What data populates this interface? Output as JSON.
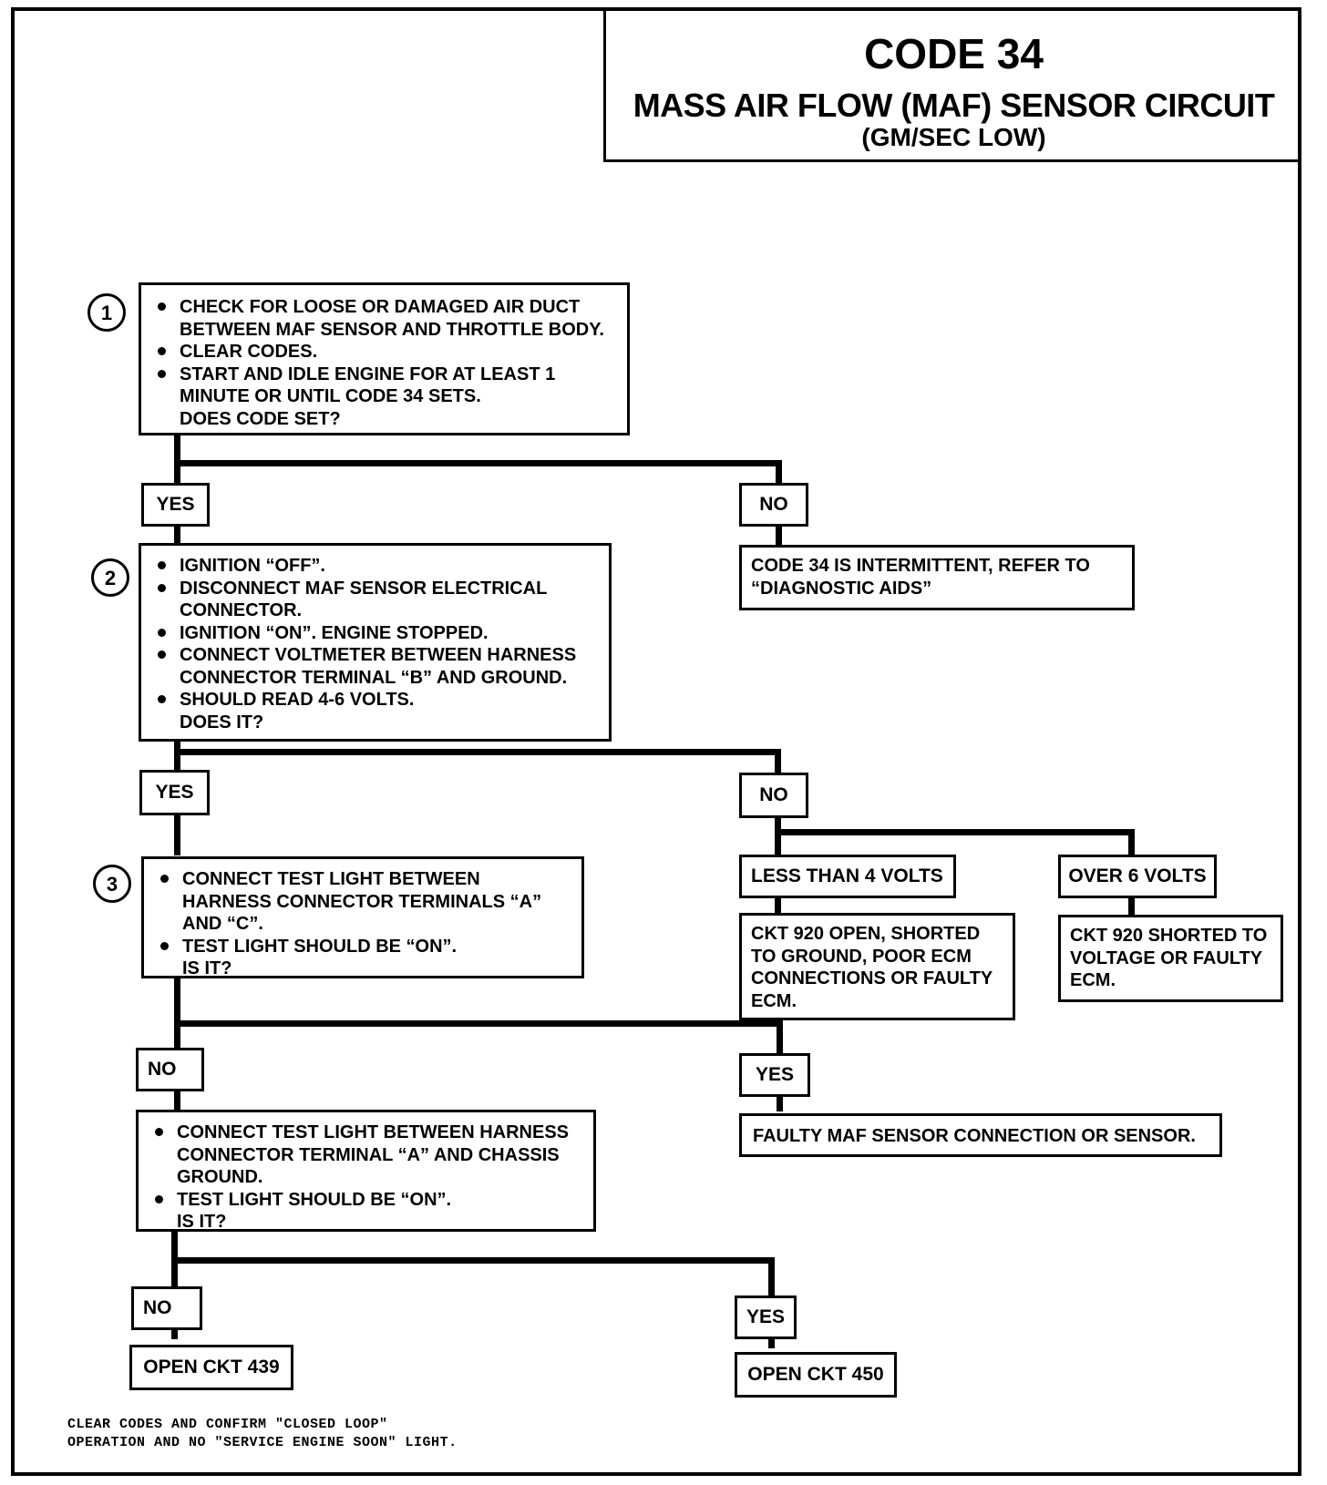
{
  "title": {
    "code": "CODE 34",
    "name": "MASS AIR FLOW (MAF) SENSOR CIRCUIT",
    "sub": "(GM/SEC LOW)"
  },
  "steps": {
    "s1": {
      "number": "1",
      "bullets": [
        "CHECK FOR LOOSE OR DAMAGED AIR DUCT BETWEEN MAF SENSOR AND THROTTLE BODY.",
        "CLEAR CODES.",
        "START AND IDLE ENGINE FOR AT LEAST 1 MINUTE OR UNTIL CODE 34 SETS."
      ],
      "question": "DOES CODE SET?"
    },
    "s2": {
      "number": "2",
      "bullets": [
        "IGNITION “OFF”.",
        "DISCONNECT MAF SENSOR ELECTRICAL CONNECTOR.",
        "IGNITION “ON”.  ENGINE STOPPED.",
        "CONNECT VOLTMETER BETWEEN HARNESS CONNECTOR TERMINAL “B” AND GROUND.",
        "SHOULD READ 4-6 VOLTS."
      ],
      "question": "DOES IT?"
    },
    "s3": {
      "number": "3",
      "bullets": [
        "CONNECT TEST LIGHT BETWEEN HARNESS CONNECTOR TERMINALS “A” AND “C”.",
        "TEST LIGHT SHOULD BE “ON”."
      ],
      "question": "IS IT?"
    },
    "s4": {
      "bullets": [
        "CONNECT TEST LIGHT BETWEEN HARNESS CONNECTOR TERMINAL “A” AND CHASSIS GROUND.",
        "TEST LIGHT SHOULD BE “ON”."
      ],
      "question": "IS IT?"
    }
  },
  "labels": {
    "yes": "YES",
    "no": "NO",
    "less4": "LESS THAN 4 VOLTS",
    "over6": "OVER 6 VOLTS"
  },
  "results": {
    "intermittent": "CODE 34 IS INTERMITTENT, REFER TO “DIAGNOSTIC AIDS”",
    "ckt920_open": "CKT 920 OPEN, SHORTED TO GROUND, POOR ECM CONNECTIONS OR FAULTY ECM.",
    "ckt920_short": "CKT 920 SHORTED TO VOLTAGE OR FAULTY ECM.",
    "faulty_maf": "FAULTY MAF SENSOR CONNECTION OR SENSOR.",
    "open439": "OPEN CKT 439",
    "open450": "OPEN CKT 450"
  },
  "footnote": {
    "line1": "CLEAR CODES AND CONFIRM \"CLOSED LOOP\"",
    "line2": "OPERATION AND NO \"SERVICE ENGINE SOON\" LIGHT."
  }
}
